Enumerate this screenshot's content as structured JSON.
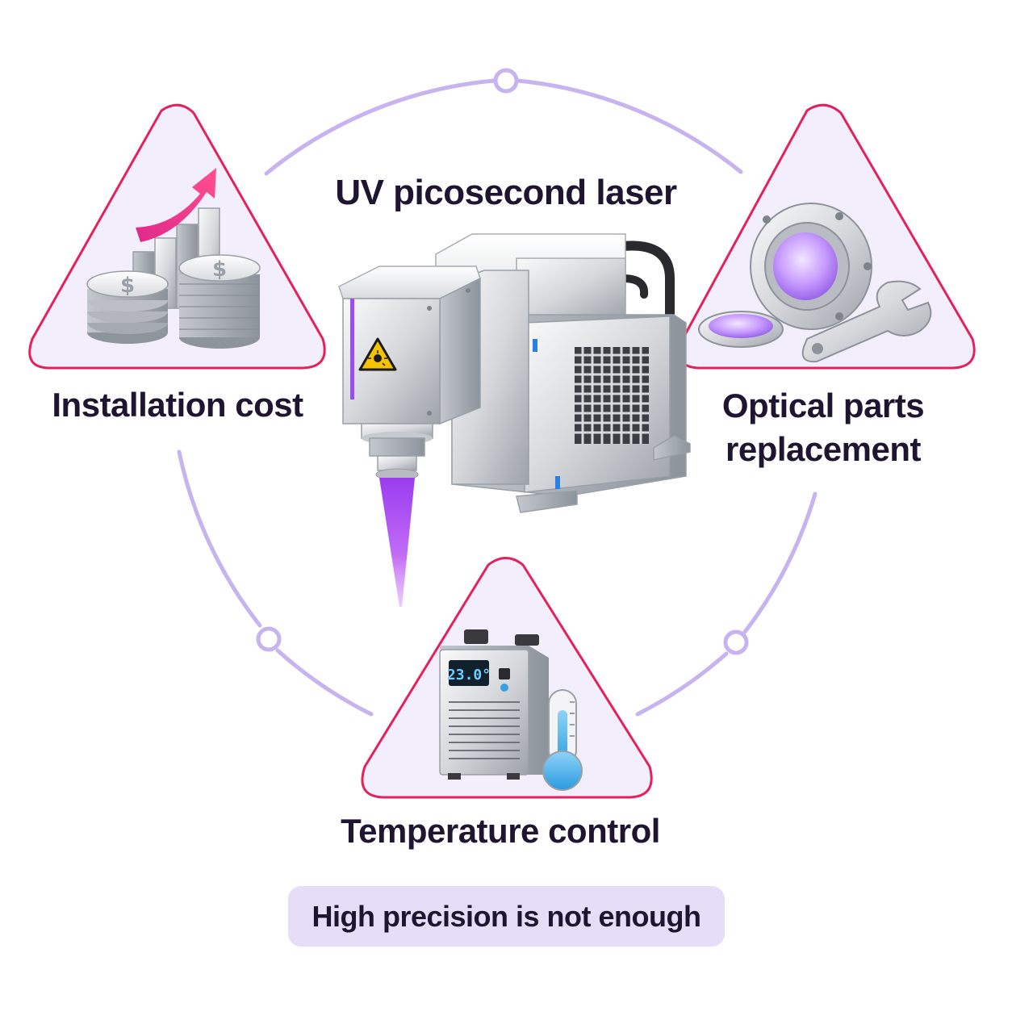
{
  "title": "UV picosecond laser",
  "factors": [
    {
      "id": "installation",
      "label_lines": [
        "Installation cost"
      ]
    },
    {
      "id": "optical",
      "label_lines": [
        "Optical parts",
        "replacement"
      ]
    },
    {
      "id": "temperature",
      "label_lines": [
        "Temperature control"
      ]
    }
  ],
  "footer": "High precision is not enough",
  "chiller_display": "23.0°",
  "colors": {
    "cycle_line": "#c7b3ef",
    "triangle_stroke": "#e4215a",
    "triangle_fill": "#f3eefc",
    "beam": "#a44cf0",
    "text": "#1f1530",
    "footer_bg": "#e6ddf8",
    "arrow": "#f0357f",
    "lens": "#c8a2ff"
  }
}
